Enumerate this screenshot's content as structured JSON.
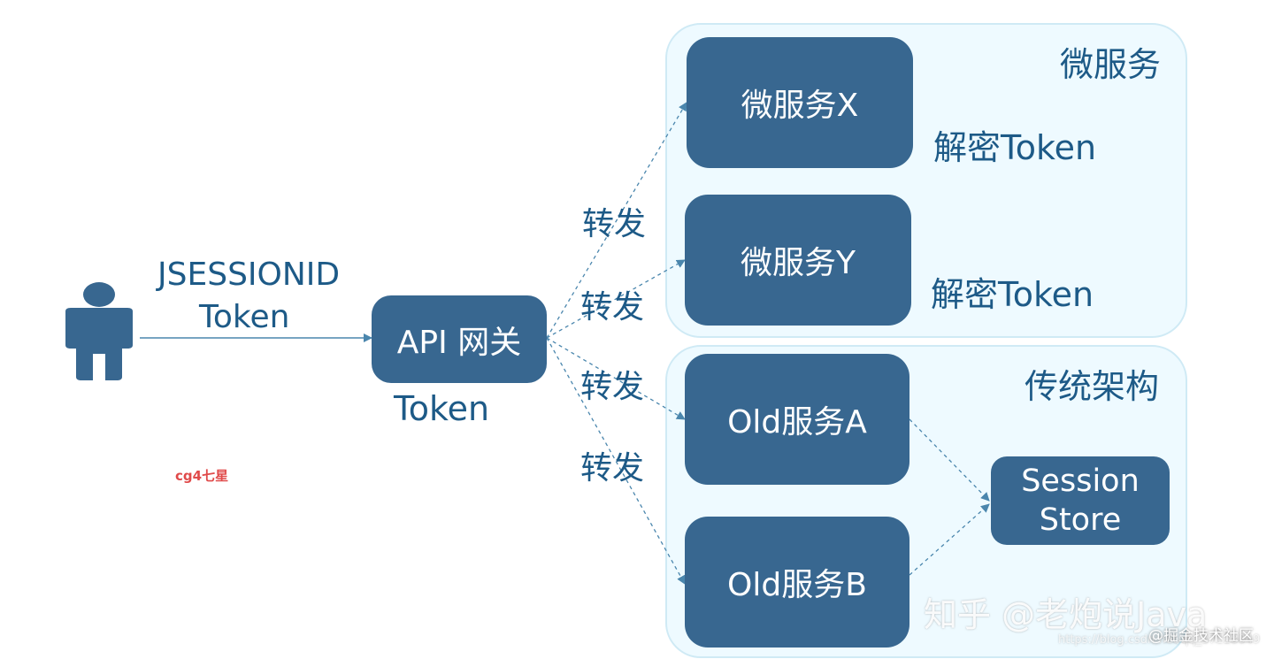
{
  "groups": {
    "micro": {
      "title": "微服务"
    },
    "legacy": {
      "title": "传统架构"
    }
  },
  "nodes": {
    "gateway": "API 网关",
    "service_x": "微服务X",
    "service_y": "微服务Y",
    "old_a": "Old服务A",
    "old_b": "Old服务B",
    "session_store_line1": "Session",
    "session_store_line2": "Store"
  },
  "labels": {
    "client_token_line1": "JSESSIONID",
    "client_token_line2": "Token",
    "gateway_token": "Token",
    "decrypt_x": "解密Token",
    "decrypt_y": "解密Token",
    "forward_1": "转发",
    "forward_2": "转发",
    "forward_3": "转发",
    "forward_4": "转发",
    "author_tag": "cg4七星"
  },
  "watermarks": {
    "zhihu": "知乎 @老炮说Java",
    "juejin": "@掘金技术社区",
    "csdn": "https://blog.csdn.net/qq_37128049"
  },
  "icons": {
    "client": "person-icon"
  },
  "colors": {
    "node_fill": "#386790",
    "group_fill": "#eefaff",
    "label_text": "#1d5a87",
    "arrow": "#4a86ad"
  }
}
